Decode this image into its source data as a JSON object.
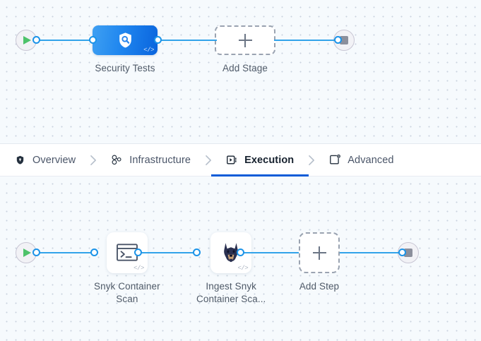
{
  "theme": {
    "canvas_bg": "#f6fafd",
    "dot_color": "#c9d3de",
    "link_color": "#32a3ea",
    "connector_ring": "#1b93e8",
    "active_tab_underline": "#0b5cd8",
    "stage_gradient_from": "#3fa0f2",
    "stage_gradient_to": "#0a64dd",
    "play_green": "#4ec26a",
    "stop_grey": "#8b8f9c",
    "dashed_border": "#9aa3b1"
  },
  "stage_canvas": {
    "start_node": {
      "icon": "play-icon",
      "name": "pipeline-start"
    },
    "stage": {
      "label": "Security Tests",
      "icon": "shield-search-icon",
      "badge": "</>"
    },
    "add_stage": {
      "label": "Add Stage",
      "icon": "plus-icon"
    },
    "end_node": {
      "icon": "stop-icon",
      "name": "pipeline-end"
    }
  },
  "tabs": [
    {
      "label": "Overview",
      "icon": "shield-icon",
      "active": false
    },
    {
      "label": "Infrastructure",
      "icon": "node-graph-icon",
      "active": false
    },
    {
      "label": "Execution",
      "icon": "play-box-icon",
      "active": true
    },
    {
      "label": "Advanced",
      "icon": "card-gear-icon",
      "active": false
    }
  ],
  "tab_separator_icon": "chevron-right-icon",
  "step_canvas": {
    "start_node": {
      "icon": "play-icon",
      "name": "execution-start"
    },
    "steps": [
      {
        "label": "Snyk Container\nScan",
        "icon": "terminal-icon",
        "badge": "</>"
      },
      {
        "label": "Ingest Snyk\nContainer Sca...",
        "icon": "doberman-logo-icon",
        "badge": "</>"
      }
    ],
    "add_step": {
      "label": "Add Step",
      "icon": "plus-icon"
    },
    "end_node": {
      "icon": "stop-icon",
      "name": "execution-end"
    }
  }
}
